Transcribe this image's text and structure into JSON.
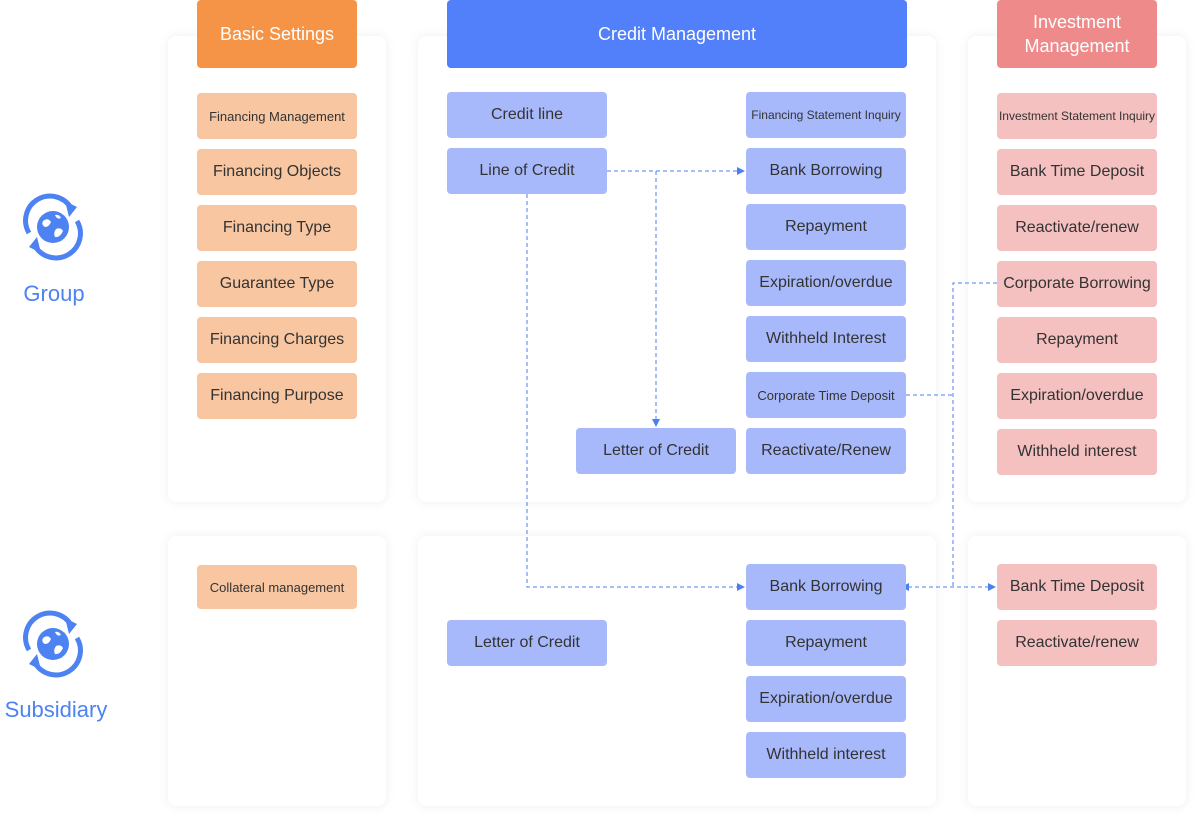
{
  "colors": {
    "basic_header": "#f59446",
    "credit_header": "#527ffa",
    "investment_header": "#ee8a8a",
    "basic_box": "#f8c6a0",
    "credit_box": "#a8b9fb",
    "investment_box": "#f4c0c0",
    "connector": "#4c7ff2",
    "label": "#4c82f2"
  },
  "rows": {
    "group": {
      "label": "Group",
      "icon": "globe-sync-icon"
    },
    "subsidiary": {
      "label": "Subsidiary",
      "icon": "globe-sync-icon"
    }
  },
  "headers": {
    "basic": "Basic Settings",
    "credit": "Credit Management",
    "investment": "Investment Management"
  },
  "group": {
    "basic": [
      "Financing Management",
      "Financing Objects",
      "Financing Type",
      "Guarantee Type",
      "Financing Charges",
      "Financing Purpose"
    ],
    "credit_left": [
      "Credit line",
      "Line of Credit",
      "Letter of Credit"
    ],
    "credit_right": [
      "Financing Statement Inquiry",
      "Bank Borrowing",
      "Repayment",
      "Expiration/overdue",
      "Withheld Interest",
      "Corporate Time Deposit",
      "Reactivate/Renew"
    ],
    "investment": [
      "Investment Statement Inquiry",
      "Bank Time Deposit",
      "Reactivate/renew",
      "Corporate Borrowing",
      "Repayment",
      "Expiration/overdue",
      "Withheld interest"
    ]
  },
  "subsidiary": {
    "basic": [
      "Collateral management"
    ],
    "credit_left": [
      "Letter of Credit"
    ],
    "credit_right": [
      "Bank Borrowing",
      "Repayment",
      "Expiration/overdue",
      "Withheld interest"
    ],
    "investment": [
      "Bank Time Deposit",
      "Reactivate/renew"
    ]
  }
}
